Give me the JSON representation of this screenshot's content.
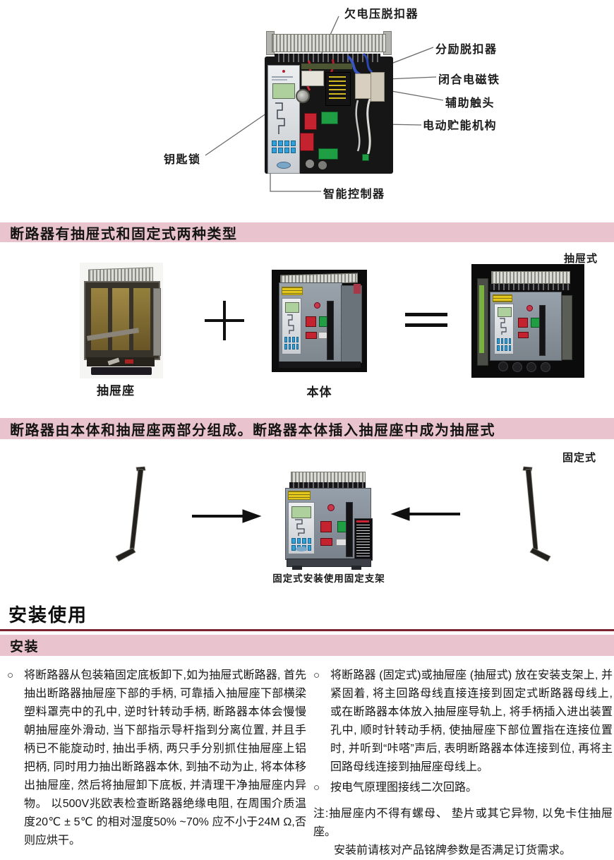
{
  "colors": {
    "banner_pink": "#e9c3cd",
    "rule_maroon": "#7b2330"
  },
  "diagram_labels": {
    "undervoltage": "欠电压脱扣器",
    "shunt": "分励脱扣器",
    "closing_magnet": "闭合电磁铁",
    "aux_contact": "辅助触头",
    "motor_storage": "电动贮能机构",
    "key_lock": "钥匙锁",
    "controller": "智能控制器"
  },
  "banners": {
    "types": "断路器有抽屉式和固定式两种类型",
    "composition": "断路器由本体和抽屉座两部分组成。断路器本体插入抽屉座中成为抽屉式",
    "install": "安装"
  },
  "composition_row": {
    "seat_caption": "抽屉座",
    "body_caption": "本体",
    "result_label": "抽屉式",
    "plus": "+",
    "equals": "="
  },
  "fixed_section": {
    "type_label": "固定式",
    "caption": "固定式安装使用固定支架"
  },
  "install_section": {
    "heading": "安装使用",
    "bullet_marker": "○",
    "left_bullets": [
      "将断路器从包装箱固定底板卸下,如为抽屉式断路器, 首先抽出断路器抽屉座下部的手柄, 可靠插入抽屉座下部横梁塑料罩壳中的孔中, 逆时针转动手柄, 断路器本体会慢慢朝抽屉座外滑动, 当下部指示导杆指到分离位置, 并且手柄已不能旋动时, 抽出手柄, 两只手分别抓住抽屉座上铝把柄, 同时用力抽出断路器本休, 到抽不动为止, 将本体移出抽屉座, 然后将抽屉卸下底板, 并清理干净抽屉座内异物。 以500V兆欧表检查断路器绝缘电阻, 在周围介质温度20℃ ± 5℃ 的相对湿度50% ~70% 应不小于24M Ω,否则应烘干。"
    ],
    "right_bullets": [
      "将断路器 (固定式)或抽屉座 (抽屉式) 放在安装支架上, 并紧固着, 将主回路母线直接连接到固定式断路器母线上, 或在断路器本体放入抽屉座导轨上, 将手柄插入进出装置孔中, 顺时针转动手柄, 使抽屉座下部位置指在连接位置时, 并听到“咔嗒”声后, 表明断路器本体连接到位, 再将主回路母线连接到抽屉座母线上。",
      "按电气原理图接线二次回路。"
    ],
    "note_prefix": "注:",
    "note_line1": "抽屉座内不得有螺母、 垫片或其它异物, 以免卡住抽屉座。",
    "note_line2": "安装前请核对产品铭牌参数是否满足订货需求。"
  }
}
